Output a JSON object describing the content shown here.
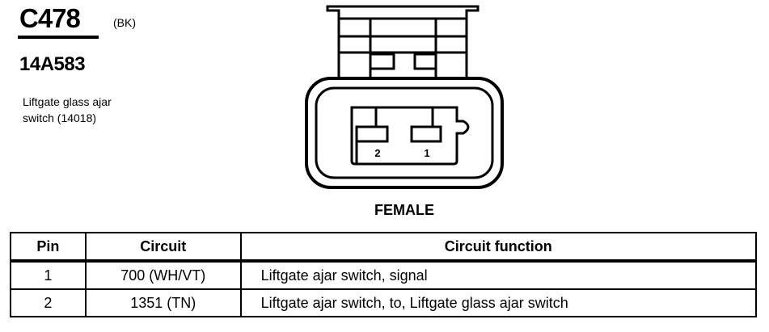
{
  "connector": {
    "id": "C478",
    "color": "(BK)",
    "part_number": "14A583",
    "description_lines": [
      "Liftgate glass ajar",
      "switch (14018)"
    ],
    "gender": "FEMALE"
  },
  "cavities": [
    {
      "label": "2"
    },
    {
      "label": "1"
    }
  ],
  "table": {
    "headers": [
      "Pin",
      "Circuit",
      "Circuit function"
    ],
    "rows": [
      {
        "pin": "1",
        "circuit": "700 (WH/VT)",
        "function": "Liftgate ajar switch, signal"
      },
      {
        "pin": "2",
        "circuit": "1351 (TN)",
        "function": "Liftgate ajar switch, to, Liftgate glass ajar switch"
      }
    ]
  }
}
